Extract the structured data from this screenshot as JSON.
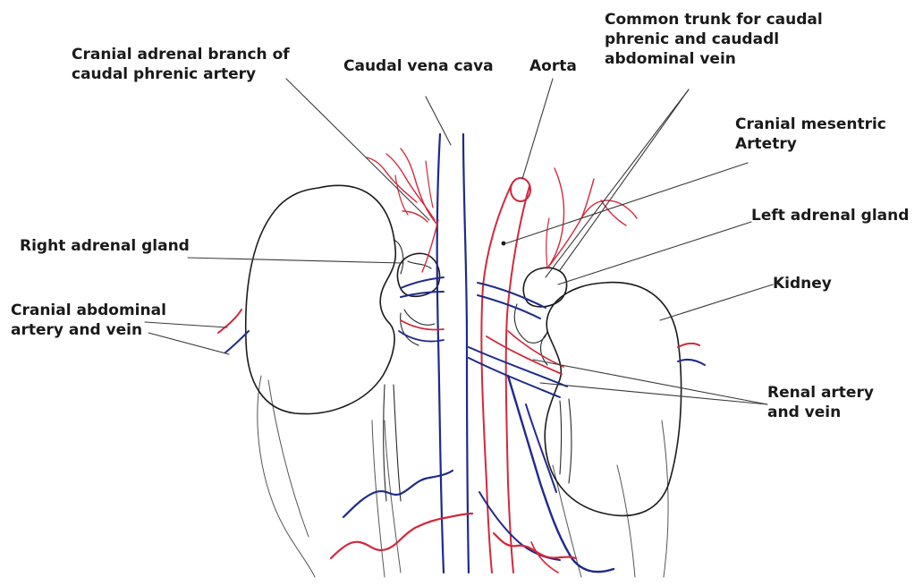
{
  "colors": {
    "artery": "#d2283c",
    "vein": "#1e2a8c",
    "outline": "#1a1a1a",
    "text": "#1a1a1a",
    "background": "#ffffff"
  },
  "labels": {
    "cranial_adrenal_branch": [
      "Cranial adrenal branch of",
      "caudal phrenic artery"
    ],
    "caudal_vena_cava": [
      "Caudal vena cava"
    ],
    "aorta": [
      "Aorta"
    ],
    "common_trunk": [
      "Common trunk for caudal",
      "phrenic and caudadl",
      "abdominal vein"
    ],
    "cranial_mesenteric": [
      "Cranial mesentric",
      "Artetry"
    ],
    "left_adrenal_gland": [
      "Left adrenal gland"
    ],
    "right_adrenal_gland": [
      "Right adrenal gland"
    ],
    "kidney": [
      "Kidney"
    ],
    "cranial_abdominal": [
      "Cranial abdominal",
      "artery and vein"
    ],
    "renal_artery_vein": [
      "Renal artery",
      "and vein"
    ]
  }
}
